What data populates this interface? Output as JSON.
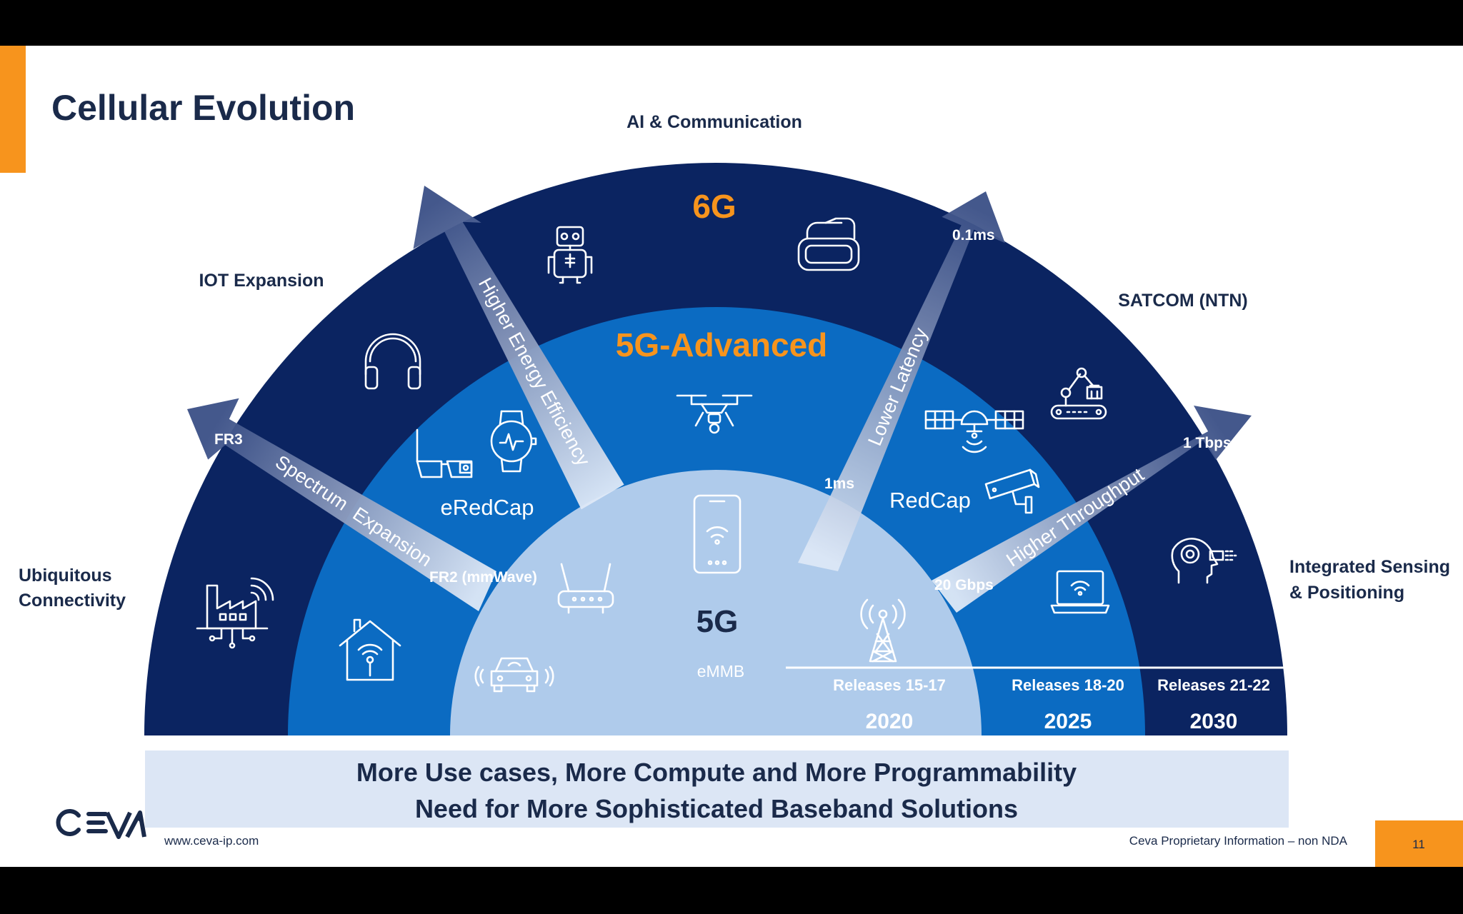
{
  "slide": {
    "title": "Cellular Evolution",
    "footer_url": "www.ceva-ip.com",
    "footer_note": "Ceva Proprietary Information – non NDA",
    "page_number": "11",
    "logo_text": "CEVA"
  },
  "outer_labels": {
    "ai": "AI & Communication",
    "iot": "IOT Expansion",
    "satcom": "SATCOM (NTN)",
    "ubiq_1": "Ubiquitous",
    "ubiq_2": "Connectivity",
    "isp_1": "Integrated Sensing",
    "isp_2": "& Positioning"
  },
  "generations": {
    "g6": "6G",
    "g5a": "5G-Advanced",
    "g5": "5G",
    "emmb": "eMMB",
    "eredcap": "eRedCap",
    "redcap": "RedCap"
  },
  "arrows": {
    "energy": "Higher Energy Efficiency",
    "latency": "Lower Latency",
    "throughput": "Higher Throughput",
    "spectrum": "Spectrum  Expansion"
  },
  "arrow_labels": {
    "fr3": "FR3",
    "fr2": "FR2 (mmWave)",
    "ms01": "0.1ms",
    "ms1": "1ms",
    "tbps": "1 Tbps",
    "gbps": "20 Gbps"
  },
  "timeline": {
    "rel_1": "Releases 15-17",
    "rel_2": "Releases 18-20",
    "rel_3": "Releases 21-22",
    "year_1": "2020",
    "year_2": "2025",
    "year_3": "2030"
  },
  "banner": {
    "line1": "More Use cases, More Compute and More Programmability",
    "line2": "Need for More Sophisticated Baseband Solutions"
  },
  "colors": {
    "outer_ring": "#0B2461",
    "middle_ring": "#0B6BC2",
    "inner_ring": "#AFCBEB",
    "accent_orange": "#F7941D",
    "title_navy": "#1A2A4A",
    "banner_bg": "#DCE6F5"
  },
  "icons": [
    "factory-icon",
    "house-icon",
    "car-icon",
    "headphones-icon",
    "smart-glasses-icon",
    "smartwatch-icon",
    "medical-robot-icon",
    "vr-headset-icon",
    "drone-icon",
    "smartphone-icon",
    "router-icon",
    "satellite-icon",
    "security-camera-icon",
    "cell-tower-icon",
    "robot-arm-icon",
    "laptop-icon",
    "sensing-head-icon"
  ]
}
